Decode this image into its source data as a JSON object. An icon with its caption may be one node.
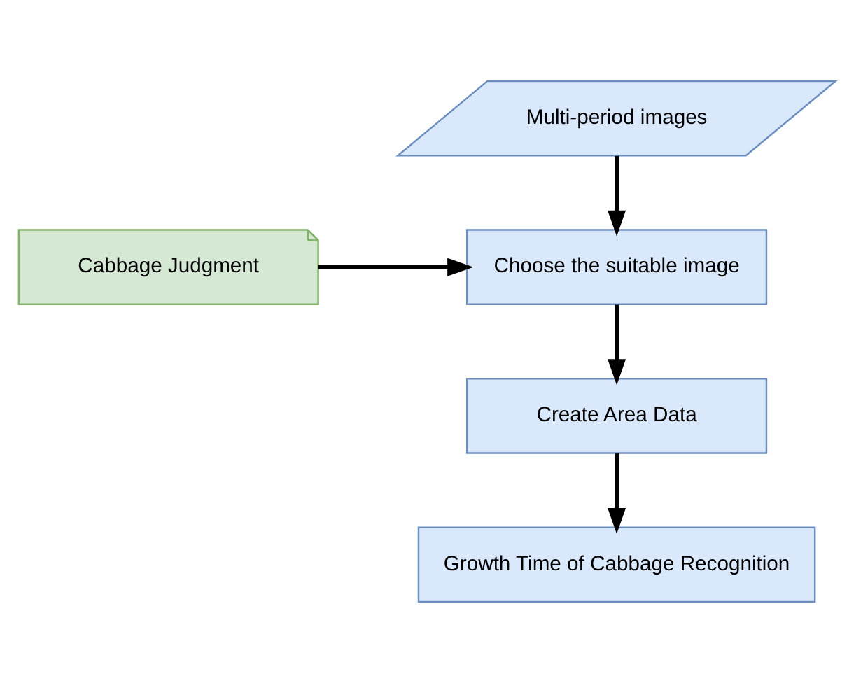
{
  "diagram": {
    "nodes": [
      {
        "text": [
          "Multi-period images"
        ]
      },
      {
        "text": [
          "Choose the suitable image"
        ]
      },
      {
        "text": [
          "Cabbage Judgment"
        ]
      },
      {
        "text": [
          "Create Area Data"
        ]
      },
      {
        "text": [
          "Growth Time of Cabbage Recognition"
        ]
      }
    ],
    "edges": [
      {
        "from": 0,
        "to": 1,
        "arrow": "to"
      },
      {
        "from": 2,
        "to": 1,
        "arrow": "to"
      },
      {
        "from": 1,
        "to": 3,
        "arrow": "to"
      },
      {
        "from": 3,
        "to": 4,
        "arrow": "to"
      }
    ]
  }
}
